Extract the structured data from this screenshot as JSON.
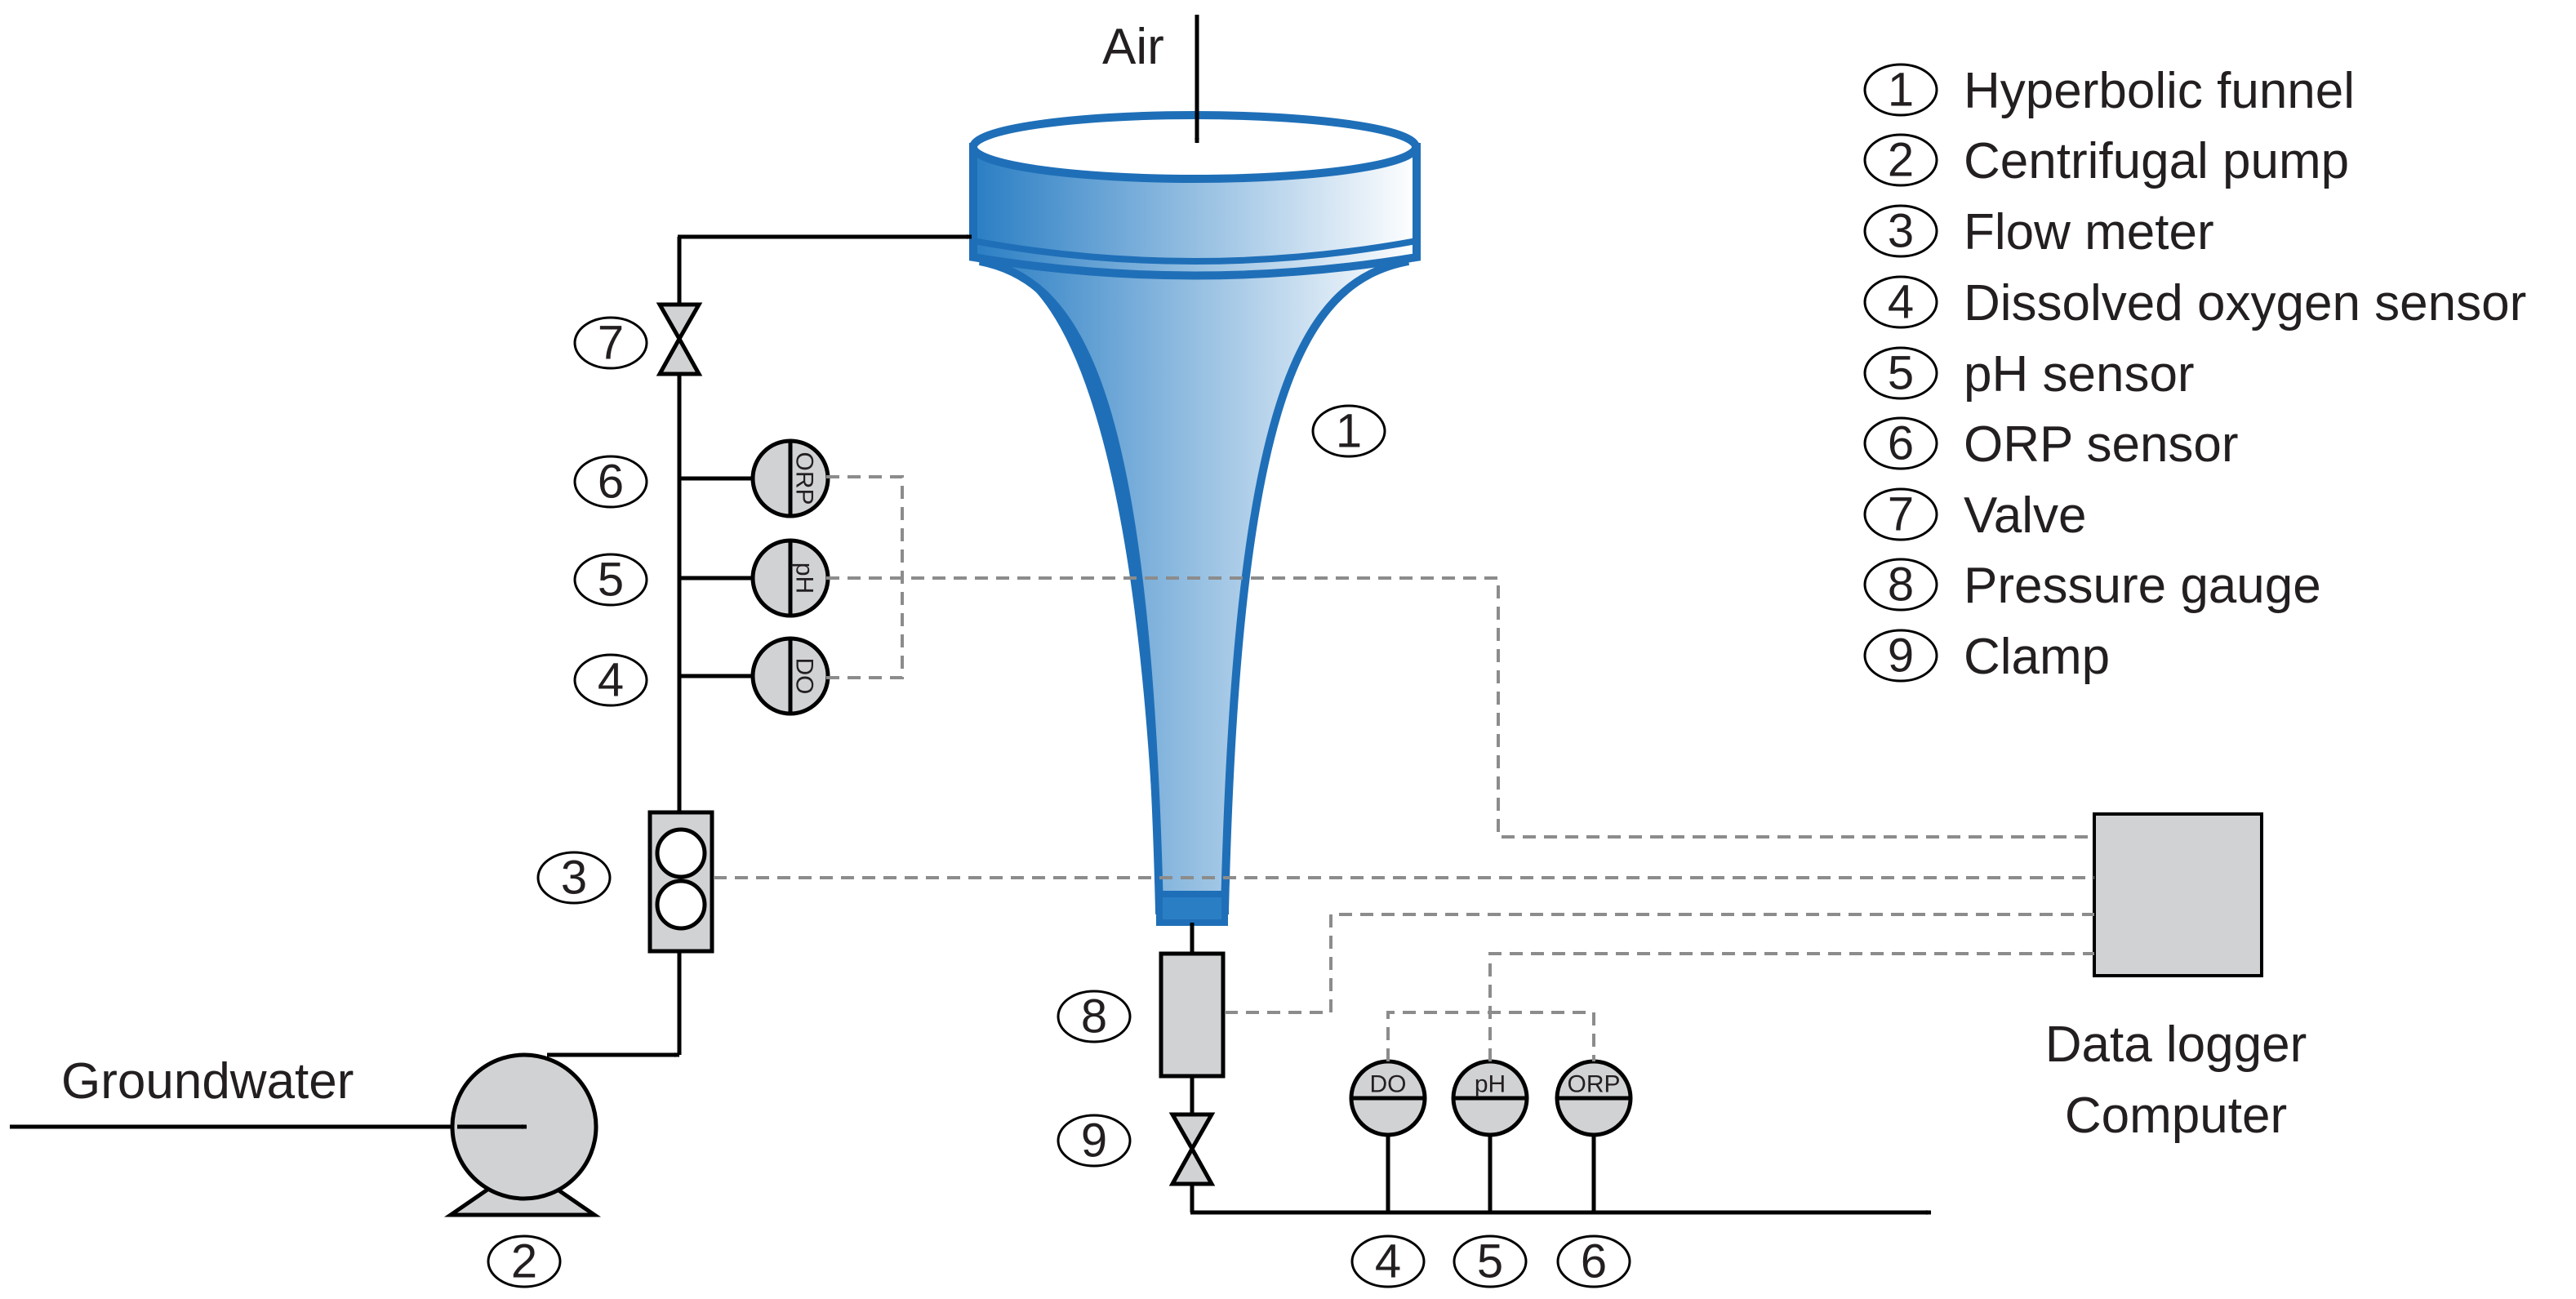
{
  "labels": {
    "air": "Air",
    "groundwater": "Groundwater",
    "data_logger_line1": "Data logger",
    "data_logger_line2": "Computer"
  },
  "legend": [
    {
      "num": "1",
      "text": "Hyperbolic funnel"
    },
    {
      "num": "2",
      "text": "Centrifugal pump"
    },
    {
      "num": "3",
      "text": "Flow meter"
    },
    {
      "num": "4",
      "text": "Dissolved oxygen sensor"
    },
    {
      "num": "5",
      "text": "pH sensor"
    },
    {
      "num": "6",
      "text": "ORP sensor"
    },
    {
      "num": "7",
      "text": "Valve"
    },
    {
      "num": "8",
      "text": "Pressure gauge"
    },
    {
      "num": "9",
      "text": "Clamp"
    }
  ],
  "sensor_text": {
    "do": "DO",
    "ph": "pH",
    "orp": "ORP"
  },
  "callouts": {
    "funnel": "1",
    "pump": "2",
    "flow_meter": "3",
    "do_left": "4",
    "ph_left": "5",
    "orp_left": "6",
    "valve": "7",
    "pressure_gauge": "8",
    "clamp": "9",
    "do_bottom": "4",
    "ph_bottom": "5",
    "orp_bottom": "6"
  },
  "colors": {
    "funnel_fill_dark": "#2a7ec4",
    "funnel_fill_light": "#ffffff",
    "funnel_stroke": "#1f6fb8",
    "component_gray": "#d1d2d4",
    "signal_line": "#8c8c8c"
  }
}
